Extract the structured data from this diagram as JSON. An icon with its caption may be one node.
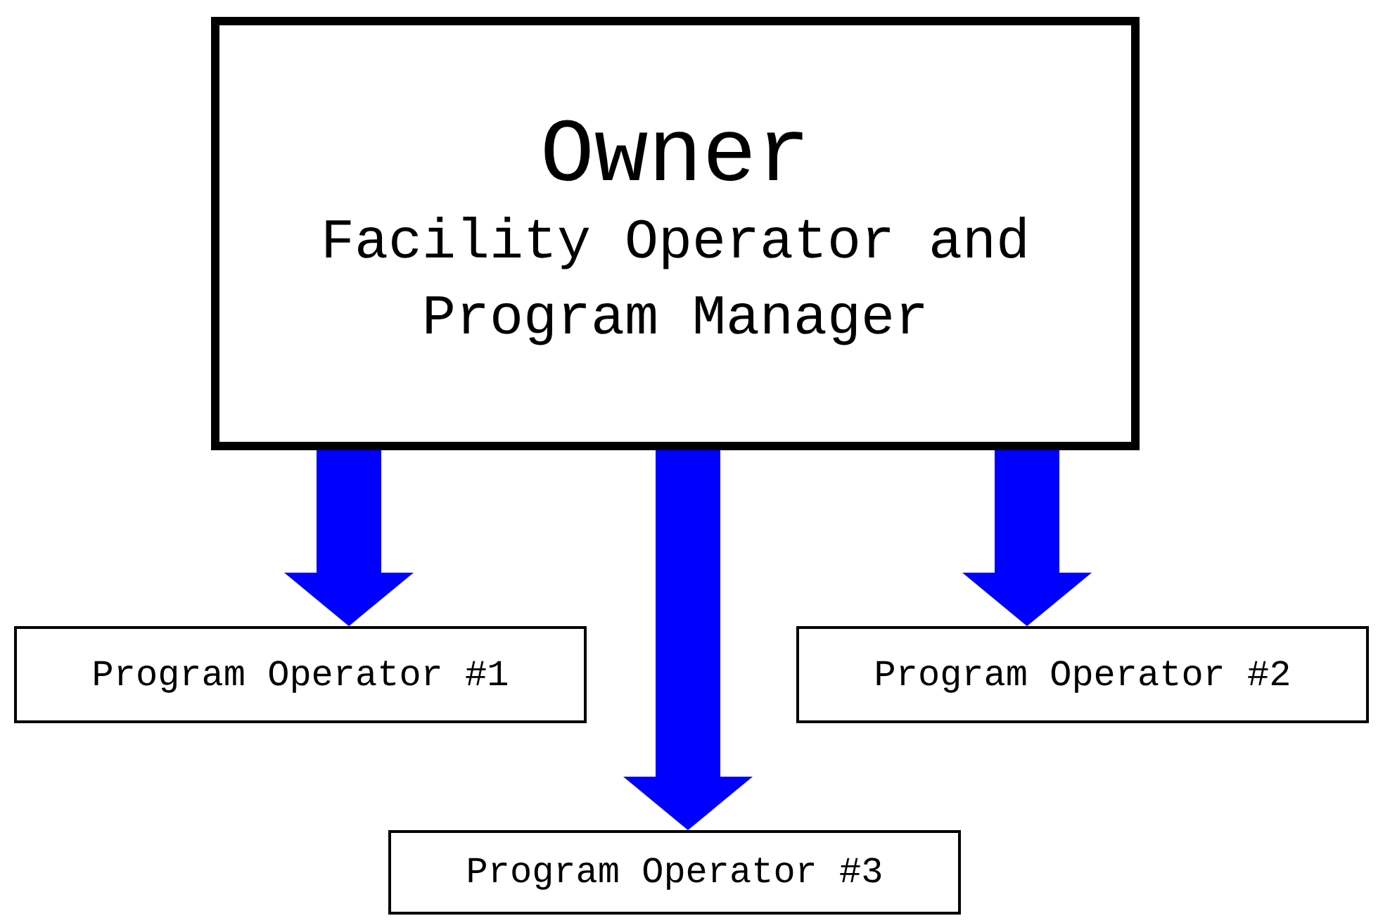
{
  "diagram": {
    "nodes": [
      {
        "text": [
          "Owner",
          "Facility Operator and Program Manager"
        ]
      },
      {
        "text": [
          "Program Operator #1"
        ]
      },
      {
        "text": [
          "Program Operator #2"
        ]
      },
      {
        "text": [
          "Program Operator #3"
        ]
      }
    ],
    "edges": [
      {
        "from": 0,
        "to": 1,
        "arrow": "to"
      },
      {
        "from": 0,
        "to": 3,
        "arrow": "to"
      },
      {
        "from": 0,
        "to": 2,
        "arrow": "to"
      }
    ]
  }
}
